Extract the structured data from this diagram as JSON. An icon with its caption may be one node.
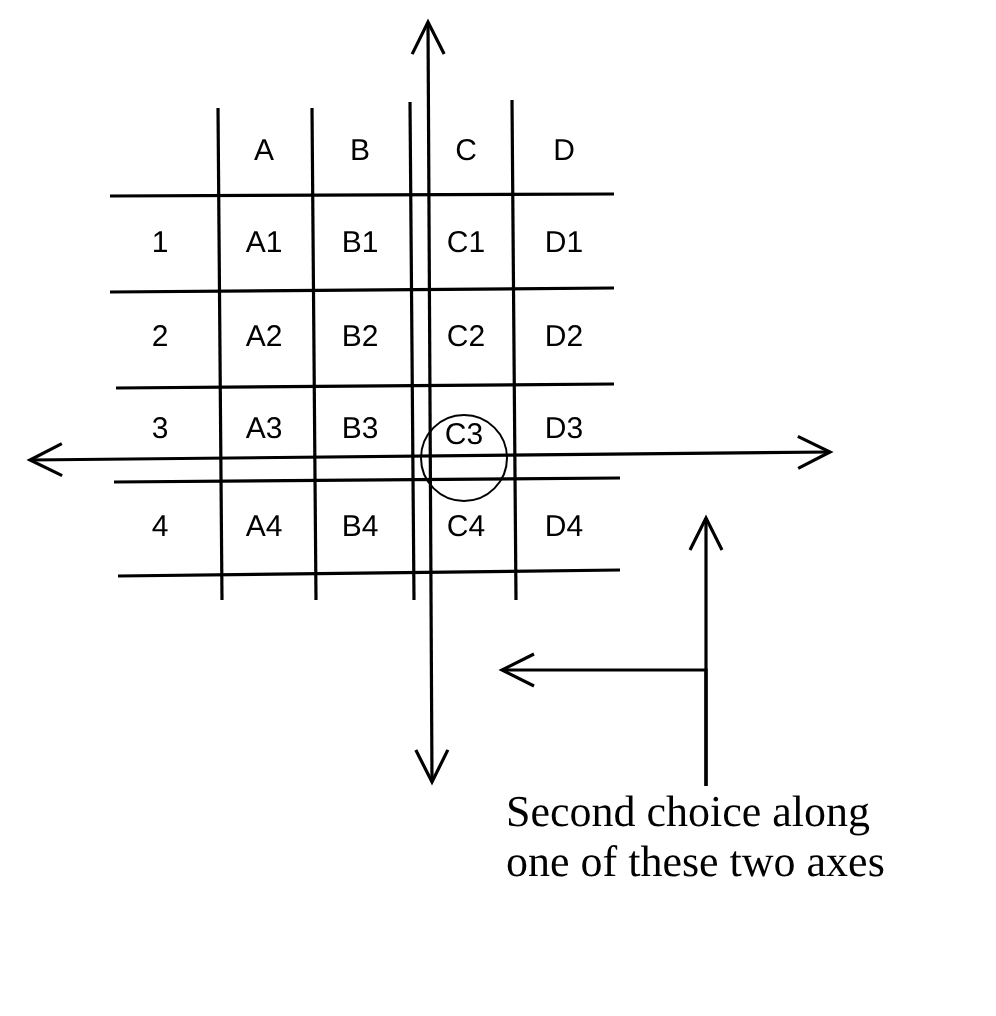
{
  "diagram": {
    "nodes": [
      {
        "text": [
          "C3"
        ]
      },
      {
        "text": [
          "Second choice along one of these two axes"
        ]
      }
    ],
    "edges": [
      {
        "from": 1,
        "to": null,
        "arrow": "to"
      },
      {
        "from": 1,
        "to": null,
        "arrow": "to"
      }
    ],
    "labels": [
      "A",
      "B",
      "C",
      "D",
      "1",
      "A1",
      "B1",
      "C1",
      "D1",
      "2",
      "A2",
      "B2",
      "C2",
      "D2",
      "3",
      "A3",
      "B3",
      "D3",
      "4",
      "A4",
      "B4",
      "C4",
      "D4"
    ]
  }
}
